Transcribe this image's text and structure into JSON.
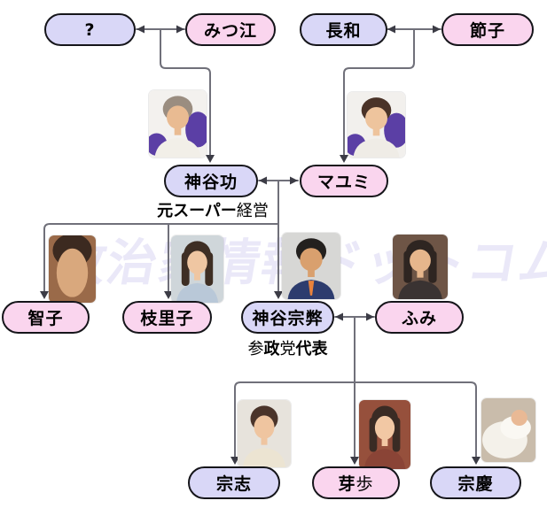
{
  "watermark": {
    "text": "政治家情報ドットコム"
  },
  "colors": {
    "male_fill": "#d9d7f7",
    "female_fill": "#fad5ee",
    "pill_border": "#15151a",
    "line": "#70707a",
    "arrowhead": "#3c3c46",
    "watermark": "#eae8f8"
  },
  "people": {
    "unknown": {
      "name": "?"
    },
    "mitsue": {
      "name": "みつ江"
    },
    "nagakazu": {
      "name": "長和"
    },
    "setsuko": {
      "name": "節子"
    },
    "isao": {
      "name": "神谷功",
      "caption": {
        "part1": "元スーパー",
        "part2": "経営"
      }
    },
    "mayumi": {
      "name": "マユミ"
    },
    "tomoko": {
      "name": "智子"
    },
    "eriko": {
      "name": "枝里子"
    },
    "sohei": {
      "name": "神谷宗弊",
      "caption": {
        "part1": "参",
        "part2": "政",
        "part3": "党",
        "part4": "代表"
      }
    },
    "fumi": {
      "name": "ふみ"
    },
    "soshi": {
      "name": "宗志"
    },
    "meho": {
      "name": {
        "part1": "芽",
        "part2": "歩"
      }
    },
    "muneyoshi": {
      "name": "宗慶"
    }
  }
}
